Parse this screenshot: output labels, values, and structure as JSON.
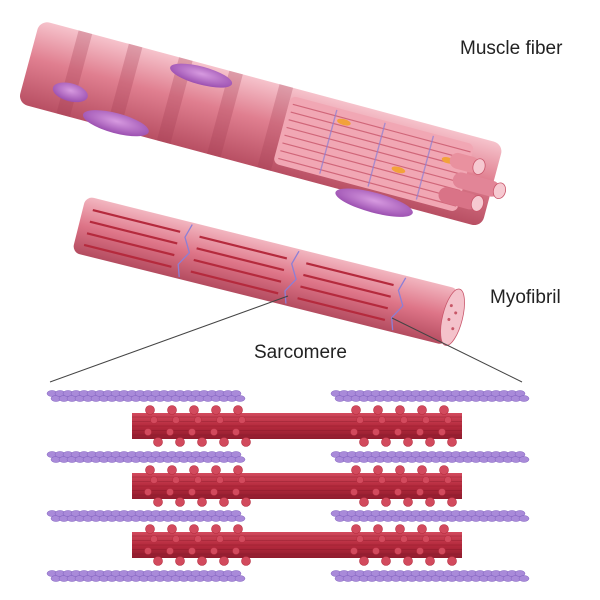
{
  "labels": {
    "muscle_fiber": "Muscle fiber",
    "myofibril": "Myofibril",
    "sarcomere": "Sarcomere"
  },
  "colors": {
    "fiber_pink": "#e07f90",
    "fiber_light": "#f3b7c1",
    "fiber_dark": "#b84f63",
    "nucleus": "#b768c4",
    "myosin": "#b52a3d",
    "myosin_light": "#d24a5d",
    "actin": "#a98ad9",
    "actin_dark": "#7f5fbf",
    "mitochondria": "#f2a23a",
    "zline": "#8c7fd6"
  }
}
